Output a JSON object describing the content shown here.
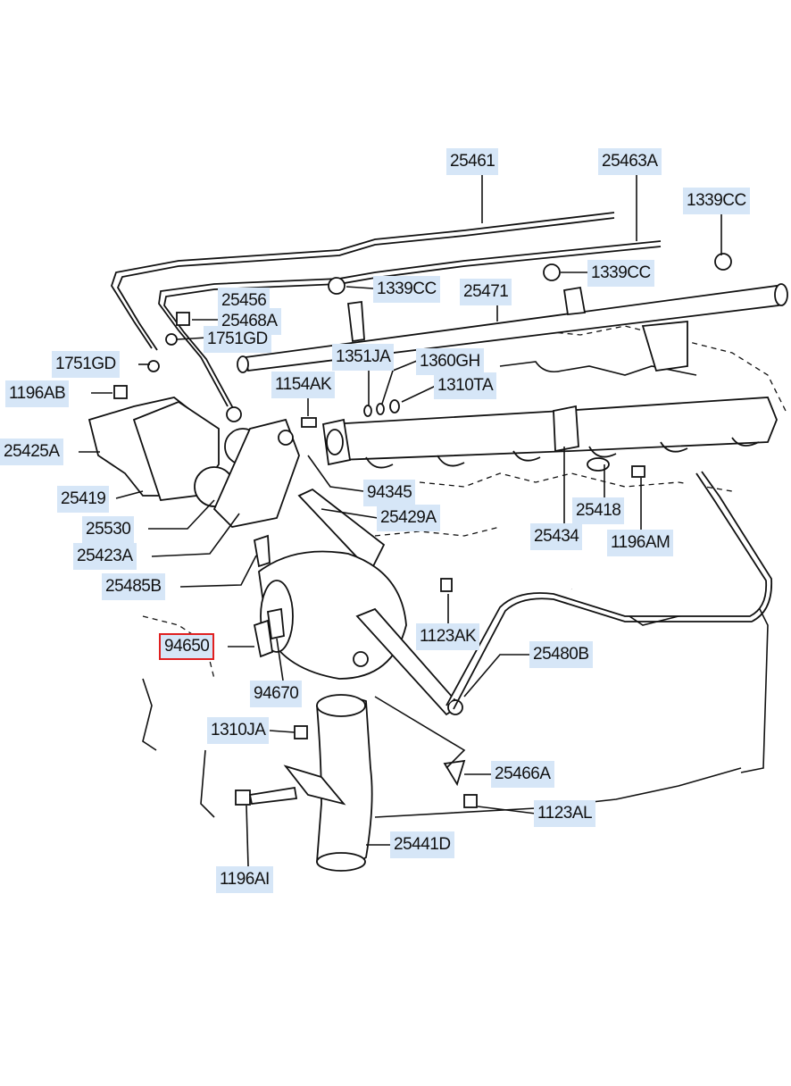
{
  "diagram": {
    "labels": {
      "p25461": "25461",
      "p25463A": "25463A",
      "p1339CC_a": "1339CC",
      "p1339CC_b": "1339CC",
      "p1339CC_c": "1339CC",
      "p25456": "25456",
      "p25468A": "25468A",
      "p1751GD_a": "1751GD",
      "p25471": "25471",
      "p1751GD_b": "1751GD",
      "p1351JA": "1351JA",
      "p1360GH": "1360GH",
      "p1196AB": "1196AB",
      "p1154AK": "1154AK",
      "p1310TA": "1310TA",
      "p25425A": "25425A",
      "p25419": "25419",
      "p94345": "94345",
      "p25530": "25530",
      "p25429A": "25429A",
      "p25418": "25418",
      "p25423A": "25423A",
      "p25434": "25434",
      "p1196AM": "1196AM",
      "p25485B": "25485B",
      "p1123AK": "1123AK",
      "p94650": "94650",
      "p25480B": "25480B",
      "p94670": "94670",
      "p1310JA": "1310JA",
      "p25466A": "25466A",
      "p1123AL": "1123AL",
      "p25441D": "25441D",
      "p1196AI": "1196AI"
    },
    "highlighted_part": "94650",
    "highlight_color": "#e02020",
    "label_background": "#d6e6f7"
  }
}
